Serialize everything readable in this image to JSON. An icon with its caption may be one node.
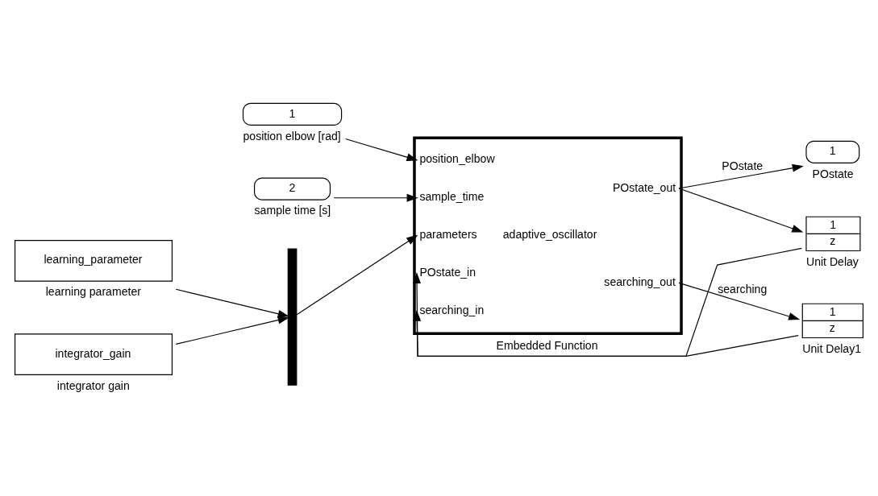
{
  "diagram": {
    "nodes": [
      {
        "text": [
          "1"
        ],
        "beside": [
          "position elbow [rad]"
        ]
      },
      {
        "text": [
          "2"
        ],
        "beside": [
          "sample time [s]"
        ]
      },
      {
        "text": [
          "learning_parameter"
        ],
        "beside": [
          "learning parameter"
        ]
      },
      {
        "text": [
          "integrator_gain"
        ],
        "beside": [
          "integrator gain"
        ]
      },
      {
        "text": [],
        "shape": "bar"
      },
      {
        "text": [
          "position_elbow",
          "sample_time",
          "parameters",
          "POstate_in",
          "searching_in",
          "adaptive_oscillator",
          "POstate_out",
          "searching_out"
        ],
        "beside": [
          "Embedded Function"
        ]
      },
      {
        "text": [
          "1"
        ],
        "beside": [
          "POstate"
        ]
      },
      {
        "text": [
          "1",
          "z"
        ],
        "beside": [
          "Unit Delay1"
        ]
      },
      {
        "text": [
          "1",
          "z"
        ],
        "beside": [
          "Unit Delay"
        ]
      }
    ],
    "edges": [
      {
        "from": 0,
        "to": 5,
        "arrow": "to"
      },
      {
        "from": 1,
        "to": 5,
        "arrow": "to"
      },
      {
        "from": 2,
        "to": 4,
        "arrow": "to"
      },
      {
        "from": 3,
        "to": 4,
        "arrow": "to"
      },
      {
        "from": 4,
        "to": 5,
        "arrow": "to"
      },
      {
        "from": 5,
        "to": 6,
        "arrow": "to",
        "label": "POstate"
      },
      {
        "from": 5,
        "to": 8,
        "arrow": "to"
      },
      {
        "from": 8,
        "to": 5,
        "arrow": "to"
      },
      {
        "from": 5,
        "to": 7,
        "arrow": "to",
        "label": "searching"
      },
      {
        "from": 7,
        "to": 5,
        "arrow": "to"
      }
    ]
  }
}
